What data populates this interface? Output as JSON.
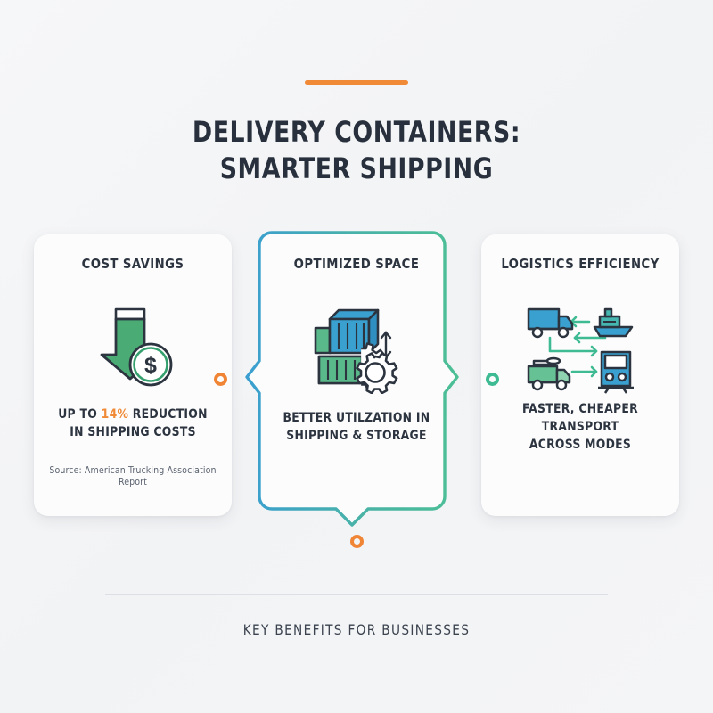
{
  "header": {
    "title_line1": "DELIVERY CONTAINERS:",
    "title_line2": "SMARTER SHIPPING",
    "accent_color": "#f08a36"
  },
  "cards": [
    {
      "heading": "COST SAVINGS",
      "icon": "down-arrow-dollar-coin-icon",
      "body_prefix": "UP TO ",
      "body_highlight": "14%",
      "body_suffix": " REDUCTION",
      "body_line2": "IN SHIPPING COSTS",
      "source": "Source: American Trucking Association Report",
      "highlight_color": "#f08a36",
      "accent_color": "#4aab74"
    },
    {
      "heading": "OPTIMIZED SPACE",
      "icon": "stacked-containers-gear-icon",
      "body_line1": "BETTER UTILZATION IN",
      "body_line2": "SHIPPING & STORAGE",
      "border_gradient_start": "#3a9fd0",
      "border_gradient_end": "#4cbf95"
    },
    {
      "heading": "LOGISTICS EFFICIENCY",
      "icon": "multimodal-transport-icon",
      "body_line1": "FASTER, CHEAPER",
      "body_line2": "TRANSPORT",
      "body_line3": "ACROSS MODES",
      "accent_color": "#3fbb94"
    }
  ],
  "connectors": [
    {
      "name": "connector-left",
      "color": "#f08536"
    },
    {
      "name": "connector-right",
      "color": "#3fbb94"
    },
    {
      "name": "connector-bottom",
      "color": "#f08536"
    }
  ],
  "footer": {
    "text": "KEY BENEFITS FOR BUSINESSES"
  }
}
